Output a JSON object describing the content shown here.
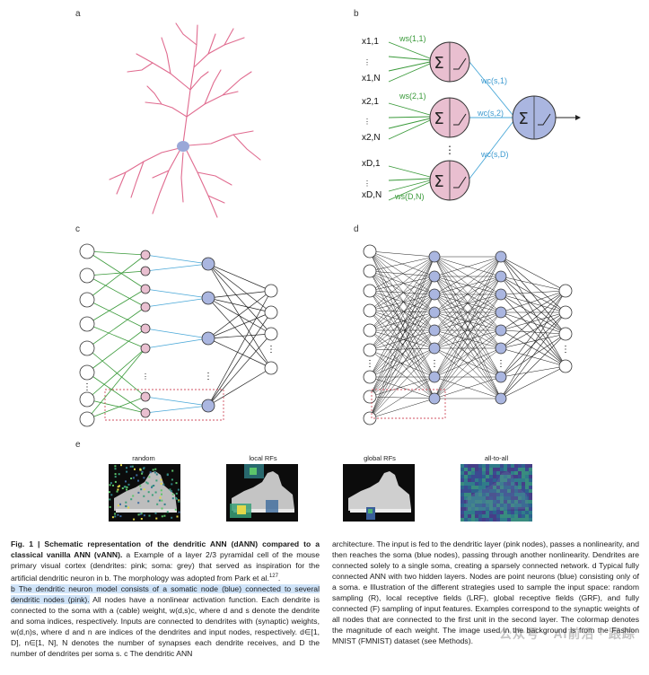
{
  "panels": {
    "a": "a",
    "b": "b",
    "c": "c",
    "d": "d",
    "e": "e"
  },
  "panel_b": {
    "inputs": [
      "x1,1",
      "x1,N",
      "x2,1",
      "x2,N",
      "xD,1",
      "xD,N"
    ],
    "dendrite_weights": [
      "ws(1,1)",
      "ws(2,1)",
      "ws(D,N)"
    ],
    "cable_weights": [
      "wc(s,1)",
      "wc(s,2)",
      "wc(s,D)"
    ]
  },
  "panel_e": {
    "labels": [
      "random",
      "local RFs",
      "global RFs",
      "all-to-all"
    ]
  },
  "caption": {
    "left_title": "Fig. 1 | Schematic representation of the dendritic ANN (dANN) compared to a classical vanilla ANN (vANN).",
    "left_a": " a Example of a layer 2/3 pyramidal cell of the mouse primary visual cortex (dendrites: pink; soma: grey) that served as inspiration for the artificial dendritic neuron in b. The morphology was adopted from Park et al.",
    "left_a_ref": "127",
    "left_a_end": ".",
    "left_b_hl": "b The dendritic neuron model consists of a somatic node (blue) connected to several dendritic nodes (pink).",
    "left_b_rest": " All nodes have a nonlinear activation function. Each dendrite is connected to the soma with a (cable) weight, w(d,s)c, where d and s denote the dendrite and soma indices, respectively. Inputs are connected to dendrites with (synaptic) weights, w(d,n)s, where d and n are indices of the dendrites and input nodes, respectively. d∈[1, D], n∈[1, N], N denotes the number of synapses each dendrite receives, and D the number of dendrites per soma s. c The dendritic ANN",
    "right_text": "architecture. The input is fed to the dendritic layer (pink nodes), passes a nonlinearity, and then reaches the soma (blue nodes), passing through another nonlinearity. Dendrites are connected solely to a single soma, creating a sparsely connected network. d Typical fully connected ANN with two hidden layers. Nodes are point neurons (blue) consisting only of a soma. e Illustration of the different strategies used to sample the input space: random sampling (R), local receptive fields (LRF), global receptive fields (GRF), and fully connected (F) sampling of input features. Examples correspond to the synaptic weights of all nodes that are connected to the first unit in the second layer. The colormap denotes the magnitude of each weight. The image used in the background is from the Fashion MNIST (FMNIST) dataset (see Methods)."
  },
  "watermark": "公众号 · AI前沿 · 跟踪"
}
